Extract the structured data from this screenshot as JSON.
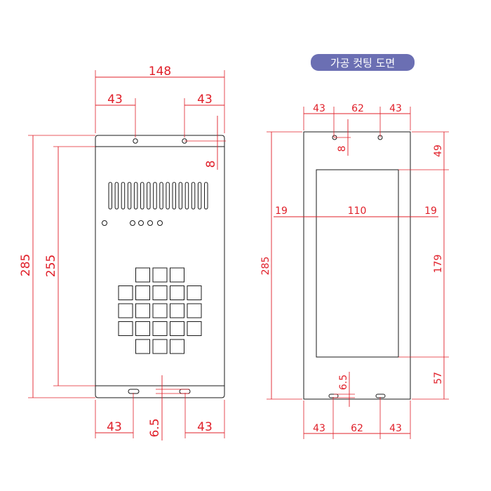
{
  "title_badge": {
    "text": "가공 컷팅 도면",
    "color": "#6b6fb3"
  },
  "colors": {
    "dimension": "#e0202a",
    "outline": "#1a1a1a"
  },
  "left_view": {
    "dims": {
      "overall_width": "148",
      "left_hole_offset": "43",
      "right_hole_offset": "43",
      "top_hole_drop": "8",
      "overall_height": "285",
      "inner_height": "255",
      "bottom_left_offset": "43",
      "bottom_right_offset": "43",
      "bottom_slot_height": "6.5"
    },
    "vent_slots": 16,
    "indicator_leds": 5,
    "keypad_rows": [
      3,
      5,
      5,
      5,
      3
    ]
  },
  "right_view": {
    "dims": {
      "top_left": "43",
      "top_mid": "62",
      "top_right": "43",
      "top_hole_drop": "8",
      "top_margin": "49",
      "left_margin": "19",
      "cutout_width": "110",
      "right_margin": "19",
      "overall_height": "285",
      "cutout_height": "179",
      "bottom_margin": "57",
      "bottom_slot_height": "6.5",
      "bottom_left": "43",
      "bottom_mid": "62",
      "bottom_right": "43"
    }
  }
}
